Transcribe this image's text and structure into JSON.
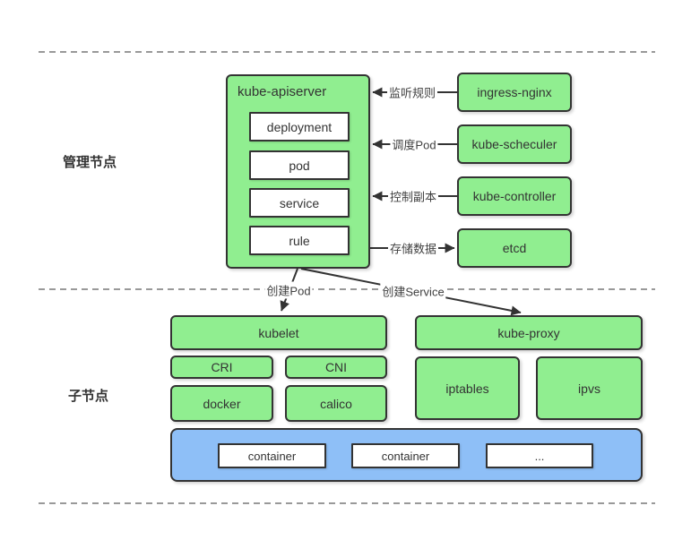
{
  "colors": {
    "node_green": "#90EE90",
    "node_blue": "#8EBFF7",
    "node_border": "#333333",
    "dashed_divider": "#999999",
    "text": "#333333"
  },
  "section_labels": {
    "master": "管理节点",
    "worker": "子节点"
  },
  "master": {
    "apiserver": {
      "title": "kube-apiserver",
      "resources": [
        "deployment",
        "pod",
        "service",
        "rule"
      ]
    },
    "side_components": [
      {
        "name": "ingress-nginx",
        "edge_label": "监听规则",
        "arrow_direction": "into-apiserver"
      },
      {
        "name": "kube-scheculer",
        "edge_label": "调度Pod",
        "arrow_direction": "into-apiserver"
      },
      {
        "name": "kube-controller",
        "edge_label": "控制副本",
        "arrow_direction": "into-apiserver"
      },
      {
        "name": "etcd",
        "edge_label": "存储数据",
        "arrow_direction": "out-of-apiserver"
      }
    ]
  },
  "cross_section_edges": [
    {
      "label": "创建Pod",
      "from": "kube-apiserver",
      "to": "kubelet"
    },
    {
      "label": "创建Service",
      "from": "kube-apiserver",
      "to": "kube-proxy"
    }
  ],
  "worker": {
    "kubelet_group": {
      "title": "kubelet",
      "plugins": [
        "CRI",
        "CNI",
        "docker",
        "calico"
      ]
    },
    "proxy_group": {
      "title": "kube-proxy",
      "modes": [
        "iptables",
        "ipvs"
      ]
    },
    "container_runtime": {
      "containers": [
        "container",
        "container",
        "..."
      ]
    }
  }
}
